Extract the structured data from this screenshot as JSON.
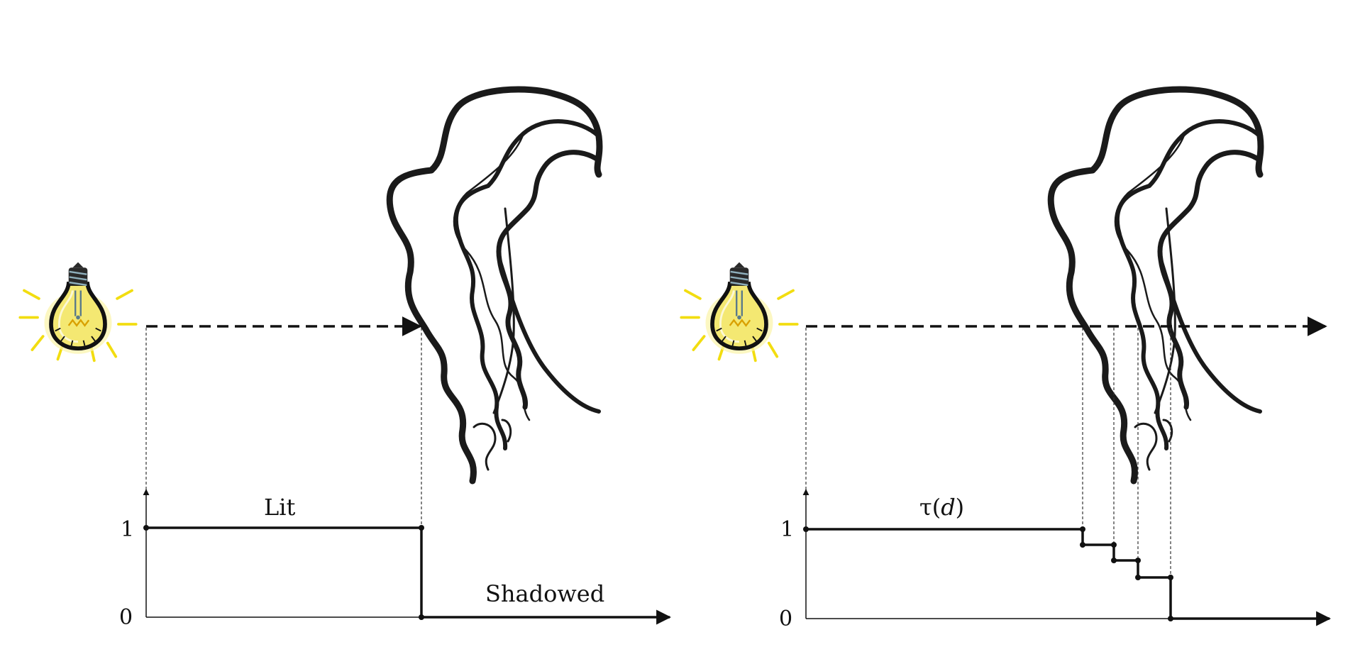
{
  "left_panel": {
    "tick_one": "1",
    "tick_zero": "0",
    "lit_label": "Lit",
    "shadowed_label": "Shadowed"
  },
  "right_panel": {
    "tick_one": "1",
    "tick_zero": "0",
    "tau_label": "τ(",
    "tau_var": "d",
    "tau_close": ")"
  },
  "colors": {
    "bulb_glow": "#f5e21a",
    "bulb_body": "#1a1a1a",
    "bulb_fill": "#f7ec7a",
    "line": "#111111"
  }
}
